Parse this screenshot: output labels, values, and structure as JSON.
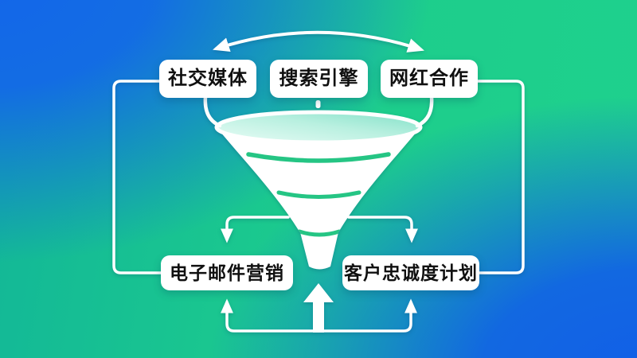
{
  "diagram": {
    "top_channels": [
      {
        "label": "社交媒体"
      },
      {
        "label": "搜索引擎"
      },
      {
        "label": "网红合作"
      }
    ],
    "bottom_channels": [
      {
        "label": "电子邮件营销"
      },
      {
        "label": "客户忠诚度计划"
      }
    ],
    "colors": {
      "background_blue": "#1366ea",
      "background_green": "#1dcd8c",
      "funnel_stripe_teal": "#25c584",
      "funnel_mouth_light": "#e7fbf5",
      "funnel_mouth_dark": "#86e2c9",
      "node_background": "#ffffff",
      "node_text": "#101010",
      "connector_white": "#ffffff"
    }
  }
}
